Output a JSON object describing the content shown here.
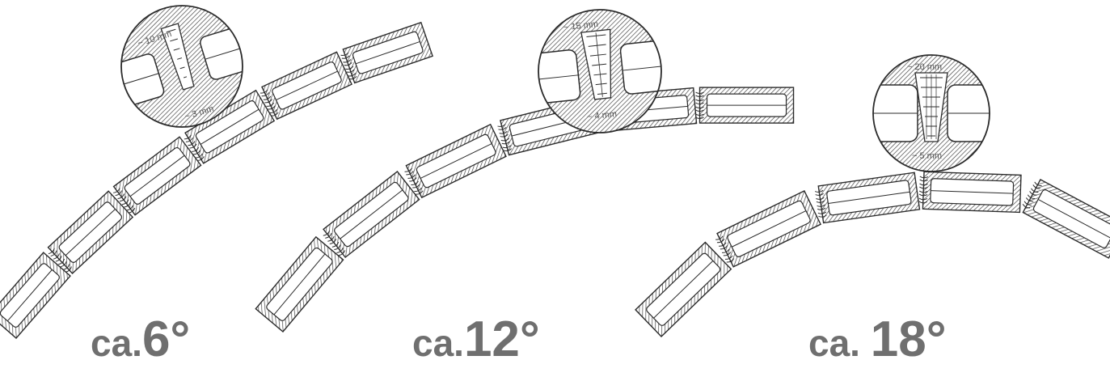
{
  "colors": {
    "stroke": "#2b2b2b",
    "hatch": "#3a3a3a",
    "label": "#6f6f6f",
    "dim_text": "#555555",
    "background": "#ffffff"
  },
  "variants": [
    {
      "label_prefix": "ca.",
      "label_value": "6°",
      "detail_top": "~ 10 mm",
      "detail_bottom": "~ 3 mm"
    },
    {
      "label_prefix": "ca.",
      "label_value": "12°",
      "detail_top": "~ 15 mm",
      "detail_bottom": "~ 4 mm"
    },
    {
      "label_prefix": "ca. ",
      "label_value": "18°",
      "detail_top": "~ 20 mm",
      "detail_bottom": "~ 5 mm"
    }
  ]
}
